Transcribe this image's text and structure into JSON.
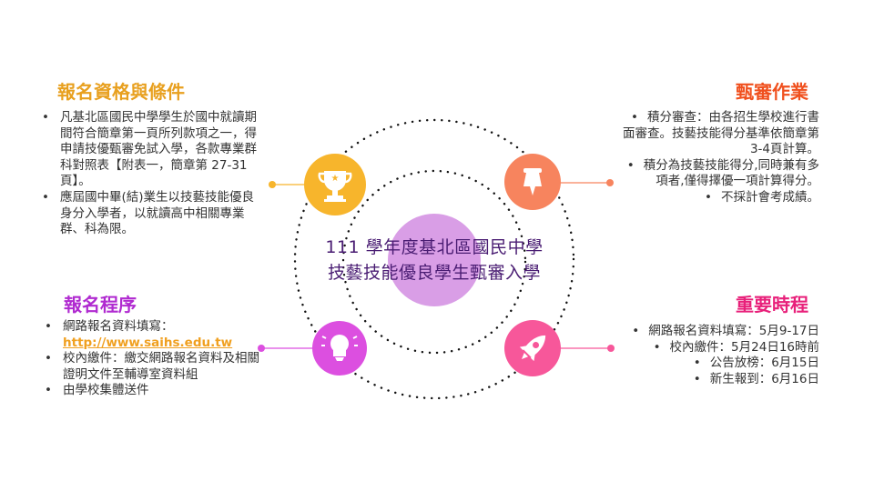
{
  "center_title": {
    "line1": "111 學年度基北區國民中學",
    "line2": "技藝技能優良學生甄審入學"
  },
  "sections": {
    "eligibility": {
      "heading": "報名資格與條件",
      "color": "#e8a01f",
      "items": [
        "凡基北區國民中學學生於國中就讀期間符合簡章第一頁所列款項之一，得申請技優甄審免試入學，各款專業群科對照表【附表一，簡章第 27-31 頁】。",
        "應屆國中畢(結)業生以技藝技能優良身分入學者，以就讀高中相關專業群、科為限。"
      ]
    },
    "review": {
      "heading": "甄審作業",
      "color": "#f0501e",
      "items": [
        "積分審查：由各招生學校進行書面審查。技藝技能得分基準依簡章第3-4頁計算。",
        "積分為技藝技能得分,同時兼有多項者,僅得擇優一項計算得分。",
        "不採計會考成績。"
      ]
    },
    "procedure": {
      "heading": "報名程序",
      "color": "#b02ad0",
      "items": [
        {
          "text": "網路報名資料填寫：",
          "link": "http://www.saihs.edu.tw"
        },
        {
          "text": "校內繳件：繳交網路報名資料及相關證明文件至輔導室資料組"
        },
        {
          "text": "由學校集體送件"
        }
      ]
    },
    "schedule": {
      "heading": "重要時程",
      "color": "#e8207a",
      "items": [
        "網路報名資料填寫：5月9-17日",
        "校內繳件：5月24日16時前",
        "公告放榜：6月15日",
        "新生報到：6月16日"
      ]
    }
  },
  "icons": {
    "trophy": "#f7b52c",
    "pin": "#f7845e",
    "bulb": "#dc4fe0",
    "rocket": "#f7579a",
    "center": "#d99ee6"
  }
}
